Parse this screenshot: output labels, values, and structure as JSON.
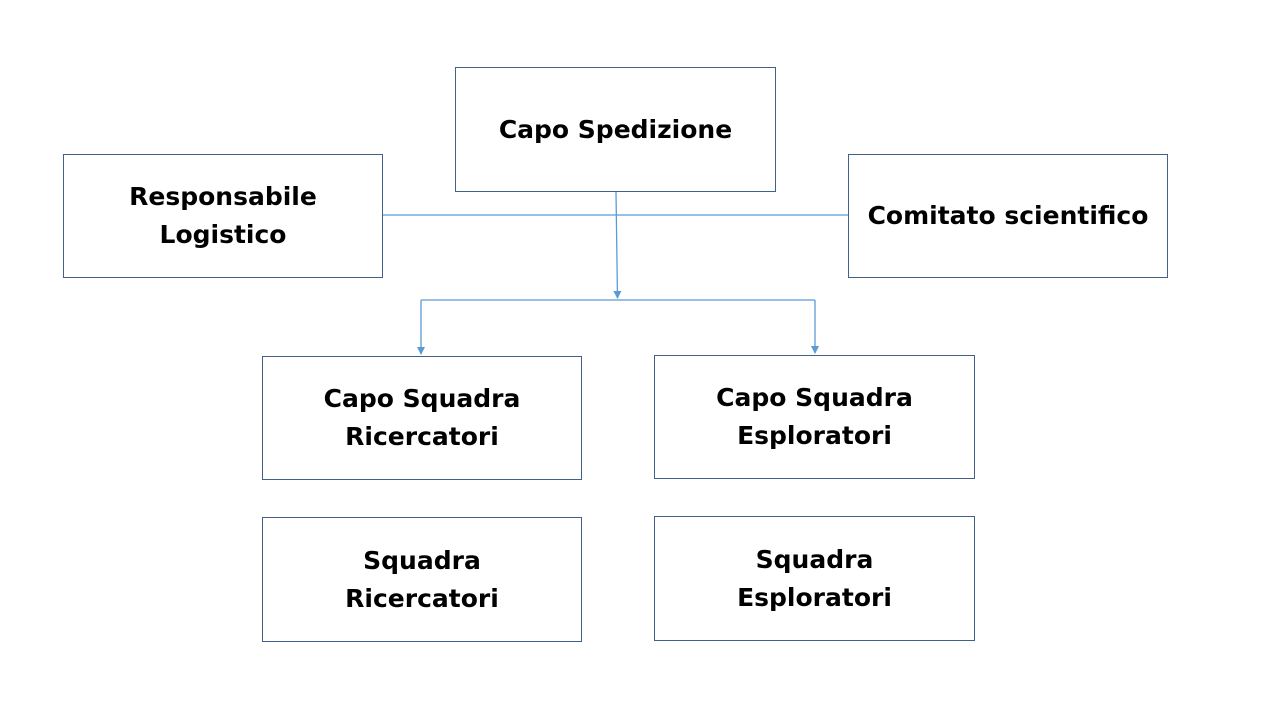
{
  "diagram": {
    "nodes": {
      "capo_spedizione": "Capo Spedizione",
      "responsabile_logistico": "Responsabile Logistico",
      "comitato_scientifico": "Comitato scientifico",
      "capo_squadra_ricercatori": "Capo Squadra\nRicercatori",
      "capo_squadra_esploratori": "Capo Squadra\nEsploratori",
      "squadra_ricercatori": "Squadra\nRicercatori",
      "squadra_esploratori": "Squadra\nEsploratori"
    },
    "colors": {
      "connector": "#5b9bd5",
      "border": "#41618a",
      "text": "#000000"
    }
  }
}
